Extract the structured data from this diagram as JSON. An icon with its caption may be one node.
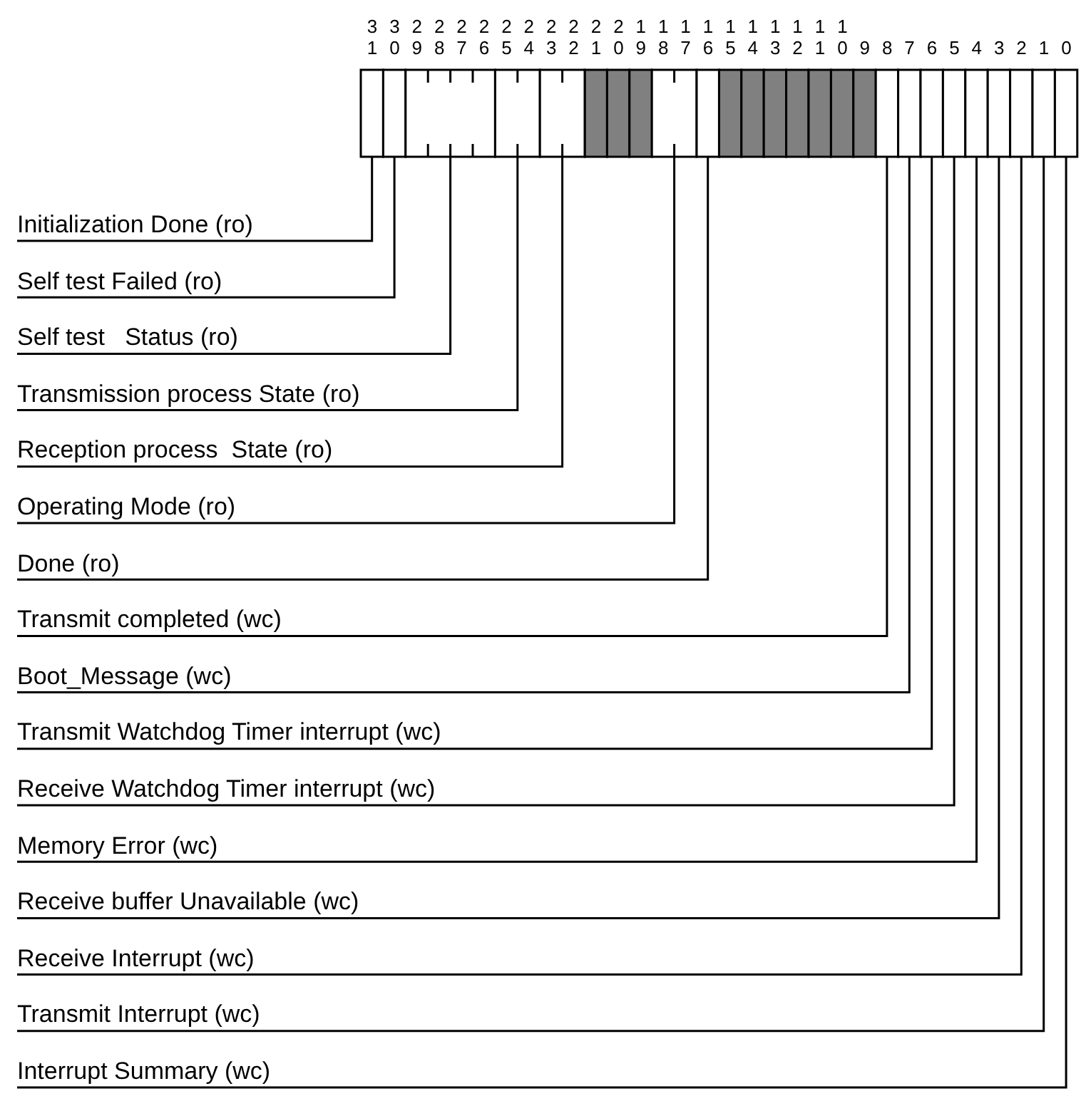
{
  "diagram": {
    "nodes": [
      {
        "text": [
          "Initialization Done (ro)"
        ]
      },
      {
        "text": [
          "Self test Failed (ro)"
        ]
      },
      {
        "text": [
          "Self test   Status (ro)"
        ]
      },
      {
        "text": [
          "Transmission process State (ro)"
        ]
      },
      {
        "text": [
          "Reception process  State (ro)"
        ]
      },
      {
        "text": [
          "Operating Mode (ro)"
        ]
      },
      {
        "text": [
          "Done (ro)"
        ]
      },
      {
        "text": [
          "Transmit completed (wc)"
        ]
      },
      {
        "text": [
          "Boot_Message (wc)"
        ]
      },
      {
        "text": [
          "Transmit Watchdog Timer interrupt (wc)"
        ]
      },
      {
        "text": [
          "Receive Watchdog Timer interrupt (wc)"
        ]
      },
      {
        "text": [
          "Memory Error (wc)"
        ]
      },
      {
        "text": [
          "Receive buffer Unavailable (wc)"
        ]
      },
      {
        "text": [
          "Receive Interrupt (wc)"
        ]
      },
      {
        "text": [
          "Transmit Interrupt (wc)"
        ]
      },
      {
        "text": [
          "Interrupt Summary (wc)"
        ]
      },
      {
        "text": [],
        "shape": "box"
      },
      {
        "text": [],
        "shape": "box"
      },
      {
        "text": [],
        "shape": "box"
      },
      {
        "text": [],
        "shape": "box"
      },
      {
        "text": [],
        "shape": "box"
      },
      {
        "text": [],
        "shape": "box"
      },
      {
        "text": [],
        "shape": "box"
      },
      {
        "text": [],
        "shape": "box"
      },
      {
        "text": [],
        "shape": "box"
      },
      {
        "text": [],
        "shape": "box"
      },
      {
        "text": [],
        "shape": "box"
      },
      {
        "text": [],
        "shape": "box"
      },
      {
        "text": [],
        "shape": "box"
      },
      {
        "text": [],
        "shape": "box"
      },
      {
        "text": [],
        "shape": "box"
      },
      {
        "text": [],
        "shape": "box"
      }
    ],
    "edges": [
      {
        "from": 0,
        "to": 16,
        "arrow": "none"
      },
      {
        "from": 1,
        "to": 17,
        "arrow": "none"
      },
      {
        "from": 2,
        "to": 18,
        "arrow": "none"
      },
      {
        "from": 3,
        "to": 19,
        "arrow": "none"
      },
      {
        "from": 4,
        "to": 20,
        "arrow": "none"
      },
      {
        "from": 5,
        "to": 21,
        "arrow": "none"
      },
      {
        "from": 6,
        "to": 22,
        "arrow": "none"
      },
      {
        "from": 7,
        "to": 23,
        "arrow": "none"
      },
      {
        "from": 8,
        "to": 24,
        "arrow": "none"
      },
      {
        "from": 9,
        "to": 25,
        "arrow": "none"
      },
      {
        "from": 10,
        "to": 26,
        "arrow": "none"
      },
      {
        "from": 11,
        "to": 27,
        "arrow": "none"
      },
      {
        "from": 12,
        "to": 28,
        "arrow": "none"
      },
      {
        "from": 13,
        "to": 29,
        "arrow": "none"
      },
      {
        "from": 14,
        "to": 30,
        "arrow": "none"
      },
      {
        "from": 15,
        "to": 31,
        "arrow": "none"
      }
    ],
    "labels": [
      "3",
      "3",
      "2",
      "2",
      "2",
      "2",
      "2",
      "2",
      "2",
      "2",
      "2",
      "2",
      "1",
      "1",
      "1",
      "1",
      "1",
      "1",
      "1",
      "1",
      "1",
      "1",
      "1",
      "0",
      "9",
      "8",
      "7",
      "6",
      "5",
      "4",
      "3",
      "2",
      "1",
      "0",
      "9",
      "8",
      "7",
      "6",
      "5",
      "4",
      "3",
      "2",
      "1",
      "0",
      "9",
      "8",
      "7",
      "6",
      "5",
      "4",
      "3",
      "2",
      "1",
      "0"
    ]
  }
}
